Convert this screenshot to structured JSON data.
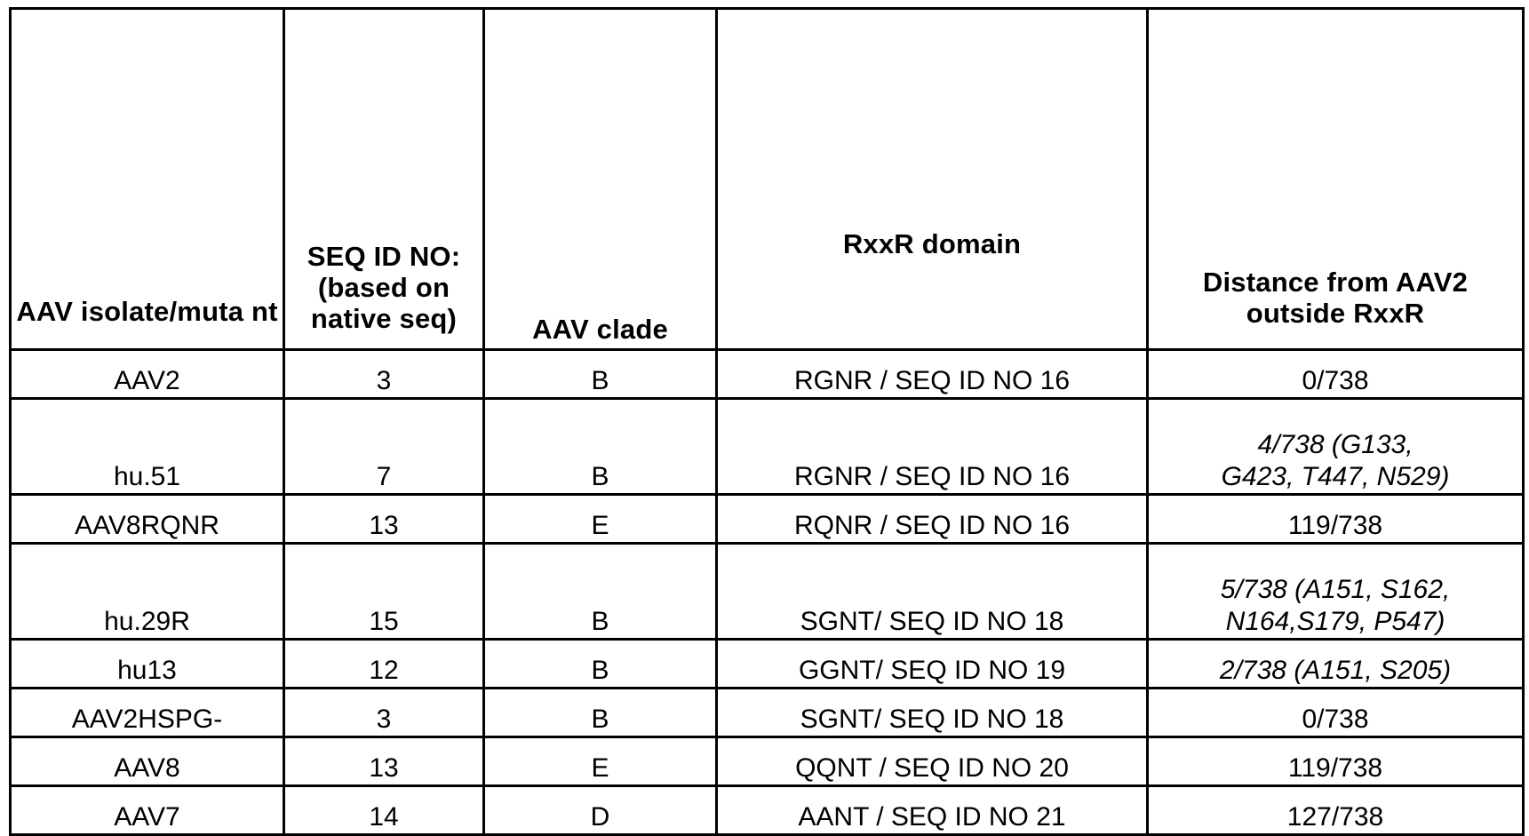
{
  "table": {
    "caption": "",
    "columns": [
      {
        "key": "isolate",
        "header": "AAV\nisolate/muta\nnt"
      },
      {
        "key": "seq_id",
        "header": "SEQ ID\nNO:\n(based\non\nnative\nseq)"
      },
      {
        "key": "clade",
        "header": "AAV clade"
      },
      {
        "key": "rxxr",
        "header": "RxxR domain"
      },
      {
        "key": "distance",
        "header": "Distance from\nAAV2 outside\nRxxR"
      }
    ],
    "rows": [
      {
        "isolate": "AAV2",
        "seq_id": "3",
        "clade": "B",
        "rxxr": "RGNR / SEQ ID NO 16",
        "distance": "0/738",
        "distance_italic": false,
        "tall": false
      },
      {
        "isolate": "hu.51",
        "seq_id": "7",
        "clade": "B",
        "rxxr": "RGNR / SEQ ID NO 16",
        "distance": "4/738 (G133,\nG423, T447, N529)",
        "distance_italic": true,
        "tall": true
      },
      {
        "isolate": "AAV8RQNR",
        "seq_id": "13",
        "clade": "E",
        "rxxr": "RQNR / SEQ ID NO 16",
        "distance": "119/738",
        "distance_italic": false,
        "tall": false
      },
      {
        "isolate": "hu.29R",
        "seq_id": "15",
        "clade": "B",
        "rxxr": "SGNT/ SEQ ID NO 18",
        "distance": "5/738 (A151, S162,\nN164,S179, P547)",
        "distance_italic": true,
        "tall": true
      },
      {
        "isolate": "hu13",
        "seq_id": "12",
        "clade": "B",
        "rxxr": "GGNT/ SEQ ID NO 19",
        "distance": "2/738 (A151, S205)",
        "distance_italic": true,
        "tall": false
      },
      {
        "isolate": "AAV2HSPG-",
        "seq_id": "3",
        "clade": "B",
        "rxxr": "SGNT/ SEQ ID NO 18",
        "distance": "0/738",
        "distance_italic": false,
        "tall": false
      },
      {
        "isolate": "AAV8",
        "seq_id": "13",
        "clade": "E",
        "rxxr": "QQNT / SEQ ID NO 20",
        "distance": "119/738",
        "distance_italic": false,
        "tall": false
      },
      {
        "isolate": "AAV7",
        "seq_id": "14",
        "clade": "D",
        "rxxr": "AANT / SEQ ID NO 21",
        "distance": "127/738",
        "distance_italic": false,
        "tall": false
      }
    ]
  },
  "colors": {
    "text": "#000000",
    "background": "#ffffff",
    "border": "#000000"
  }
}
